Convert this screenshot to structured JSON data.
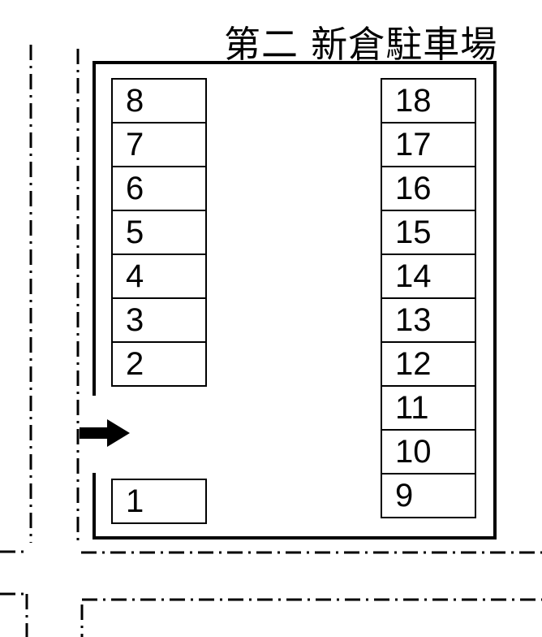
{
  "title": "第二 新倉駐車場",
  "parking": {
    "left_column": [
      "8",
      "7",
      "6",
      "5",
      "4",
      "3",
      "2"
    ],
    "right_column": [
      "18",
      "17",
      "16",
      "15",
      "14",
      "13",
      "12",
      "11",
      "10",
      "9"
    ],
    "entrance_space": "1"
  },
  "icons": {
    "entrance_arrow": "right-arrow"
  },
  "colors": {
    "line": "#000000",
    "background": "#ffffff",
    "arrow": "#000000"
  }
}
